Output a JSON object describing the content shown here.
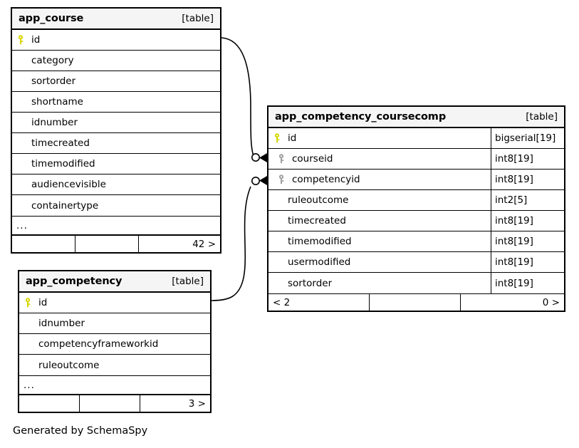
{
  "diagram": {
    "caption": "Generated by SchemaSpy",
    "table_tag": "[table]",
    "ellipsis": "...",
    "colors": {
      "primary_key_icon": "#d6d600",
      "foreign_key_icon": "#a0a0a0",
      "header_background": "#f5f5f5",
      "border": "#000000",
      "background": "#ffffff"
    }
  },
  "tables": [
    {
      "id": "app_course",
      "name": "app_course",
      "tag": "[table]",
      "columns": [
        {
          "name": "id",
          "key": "primary",
          "type": ""
        },
        {
          "name": "category",
          "key": "none",
          "type": ""
        },
        {
          "name": "sortorder",
          "key": "none",
          "type": ""
        },
        {
          "name": "shortname",
          "key": "none",
          "type": ""
        },
        {
          "name": "idnumber",
          "key": "none",
          "type": ""
        },
        {
          "name": "timecreated",
          "key": "none",
          "type": ""
        },
        {
          "name": "timemodified",
          "key": "none",
          "type": ""
        },
        {
          "name": "audiencevisible",
          "key": "none",
          "type": ""
        },
        {
          "name": "containertype",
          "key": "none",
          "type": ""
        }
      ],
      "has_ellipsis": true,
      "footer": {
        "left": "",
        "center": "",
        "right": "42 >"
      }
    },
    {
      "id": "app_competency_coursecomp",
      "name": "app_competency_coursecomp",
      "tag": "[table]",
      "columns": [
        {
          "name": "id",
          "key": "primary",
          "type": "bigserial[19]"
        },
        {
          "name": "courseid",
          "key": "foreign",
          "type": "int8[19]"
        },
        {
          "name": "competencyid",
          "key": "foreign",
          "type": "int8[19]"
        },
        {
          "name": "ruleoutcome",
          "key": "none",
          "type": "int2[5]"
        },
        {
          "name": "timecreated",
          "key": "none",
          "type": "int8[19]"
        },
        {
          "name": "timemodified",
          "key": "none",
          "type": "int8[19]"
        },
        {
          "name": "usermodified",
          "key": "none",
          "type": "int8[19]"
        },
        {
          "name": "sortorder",
          "key": "none",
          "type": "int8[19]"
        }
      ],
      "has_ellipsis": false,
      "footer": {
        "left": "< 2",
        "center": "",
        "right": "0 >"
      }
    },
    {
      "id": "app_competency",
      "name": "app_competency",
      "tag": "[table]",
      "columns": [
        {
          "name": "id",
          "key": "primary",
          "type": ""
        },
        {
          "name": "idnumber",
          "key": "none",
          "type": ""
        },
        {
          "name": "competencyframeworkid",
          "key": "none",
          "type": ""
        },
        {
          "name": "ruleoutcome",
          "key": "none",
          "type": ""
        }
      ],
      "has_ellipsis": true,
      "footer": {
        "left": "",
        "center": "",
        "right": "3 >"
      }
    }
  ],
  "relationships": [
    {
      "from_table": "app_course",
      "from_column": "id",
      "to_table": "app_competency_coursecomp",
      "to_column": "courseid",
      "notation": "zero-or-many"
    },
    {
      "from_table": "app_competency",
      "from_column": "id",
      "to_table": "app_competency_coursecomp",
      "to_column": "competencyid",
      "notation": "zero-or-many"
    }
  ]
}
